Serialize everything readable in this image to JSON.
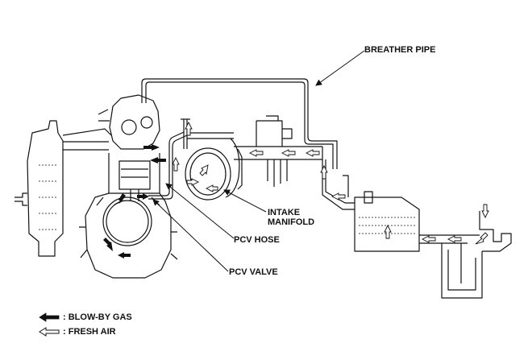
{
  "labels": {
    "breather_pipe": "BREATHER PIPE",
    "intake_manifold_line1": "INTAKE",
    "intake_manifold_line2": "MANIFOLD",
    "pcv_hose": "PCV HOSE",
    "pcv_valve": "PCV VALVE"
  },
  "legend": [
    {
      "style": "solid",
      "label": ": BLOW-BY GAS",
      "color": "#111111"
    },
    {
      "style": "outline",
      "label": ": FRESH AIR",
      "color": "#111111"
    }
  ]
}
